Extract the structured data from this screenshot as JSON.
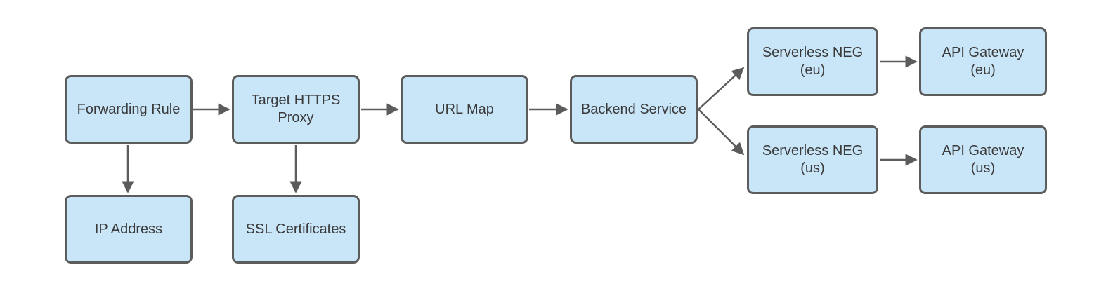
{
  "diagram": {
    "type": "flowchart",
    "colors": {
      "background": "#ffffff",
      "node_fill": "#c9e5f8",
      "node_border": "#5c5c5c",
      "node_text": "#3a3a3a",
      "arrow": "#5c5c5c"
    },
    "nodes": [
      {
        "id": "forwarding-rule",
        "label": "Forwarding Rule"
      },
      {
        "id": "target-https-proxy",
        "label": "Target HTTPS\nProxy"
      },
      {
        "id": "url-map",
        "label": "URL Map"
      },
      {
        "id": "backend-service",
        "label": "Backend Service"
      },
      {
        "id": "serverless-neg-eu",
        "label": "Serverless NEG\n(eu)"
      },
      {
        "id": "api-gateway-eu",
        "label": "API Gateway\n(eu)"
      },
      {
        "id": "serverless-neg-us",
        "label": "Serverless NEG\n(us)"
      },
      {
        "id": "api-gateway-us",
        "label": "API Gateway\n(us)"
      },
      {
        "id": "ip-address",
        "label": "IP Address"
      },
      {
        "id": "ssl-certificates",
        "label": "SSL Certificates"
      }
    ],
    "edges": [
      {
        "from": "forwarding-rule",
        "to": "target-https-proxy"
      },
      {
        "from": "target-https-proxy",
        "to": "url-map"
      },
      {
        "from": "url-map",
        "to": "backend-service"
      },
      {
        "from": "backend-service",
        "to": "serverless-neg-eu"
      },
      {
        "from": "backend-service",
        "to": "serverless-neg-us"
      },
      {
        "from": "serverless-neg-eu",
        "to": "api-gateway-eu"
      },
      {
        "from": "serverless-neg-us",
        "to": "api-gateway-us"
      },
      {
        "from": "forwarding-rule",
        "to": "ip-address"
      },
      {
        "from": "target-https-proxy",
        "to": "ssl-certificates"
      }
    ]
  }
}
